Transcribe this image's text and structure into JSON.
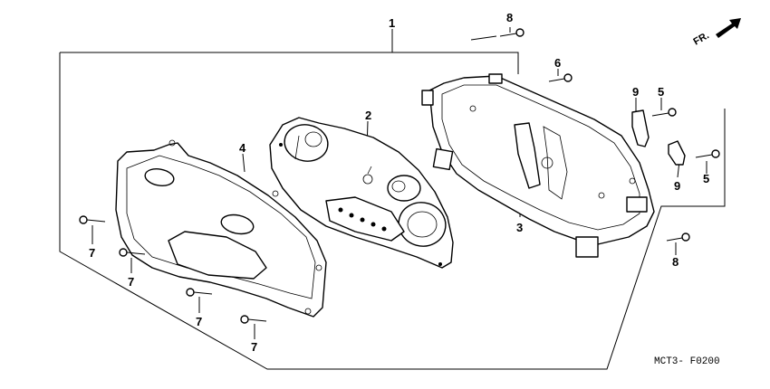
{
  "diagram": {
    "callouts": {
      "c1": "1",
      "c2": "2",
      "c3": "3",
      "c4": "4",
      "c5a": "5",
      "c5b": "5",
      "c6": "6",
      "c7a": "7",
      "c7b": "7",
      "c7c": "7",
      "c7d": "7",
      "c8a": "8",
      "c8b": "8",
      "c9a": "9",
      "c9b": "9"
    },
    "front_indicator": "FR.",
    "drawing_code": "MCT3- F0200"
  }
}
